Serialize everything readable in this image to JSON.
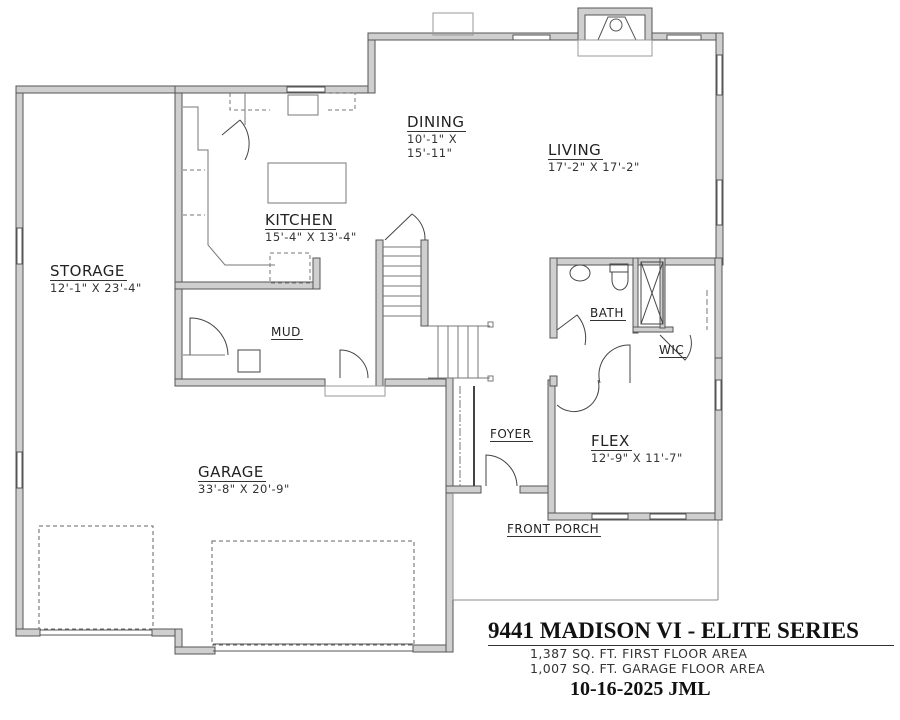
{
  "plan": {
    "title": "9441 MADISON VI - ELITE  SERIES",
    "areas": [
      "1,387 SQ. FT. FIRST FLOOR AREA",
      "1,007 SQ. FT. GARAGE FLOOR AREA"
    ],
    "date_initials": "10-16-2025 JML",
    "colors": {
      "wall_fill": "#cfcfcf",
      "wall_stroke": "#555555",
      "line": "#666666",
      "text": "#222222"
    }
  },
  "rooms": {
    "storage": {
      "name": "STORAGE",
      "dim": "12'-1\" X 23'-4\""
    },
    "kitchen": {
      "name": "KITCHEN",
      "dim": "15'-4\" X 13'-4\""
    },
    "dining": {
      "name": "DINING",
      "dim_line1": "10'-1\" X",
      "dim_line2": "15'-11\""
    },
    "living": {
      "name": "LIVING",
      "dim": "17'-2\" X 17'-2\""
    },
    "mud": {
      "name": "MUD"
    },
    "bath": {
      "name": "BATH"
    },
    "wic": {
      "name": "WIC"
    },
    "foyer": {
      "name": "FOYER"
    },
    "flex": {
      "name": "FLEX",
      "dim": "12'-9\" X 11'-7\""
    },
    "garage": {
      "name": "GARAGE",
      "dim": "33'-8\" X 20'-9\""
    },
    "front_porch": {
      "name": "FRONT PORCH"
    }
  }
}
